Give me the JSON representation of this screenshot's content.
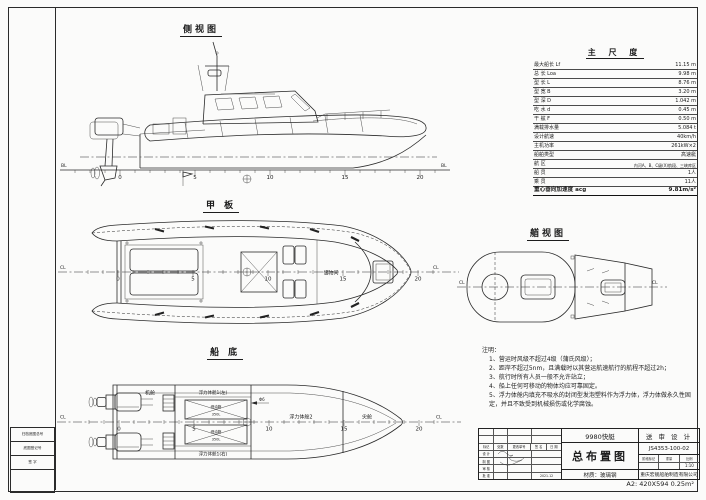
{
  "views": {
    "side": {
      "title": "侧视图",
      "bl_left": "BL",
      "bl_right": "BL"
    },
    "deck": {
      "title": "甲 板",
      "storage": "储物间",
      "cl_left": "CL",
      "cl_right": "CL"
    },
    "bow": {
      "title": "艏视图",
      "cl_left": "CL",
      "cl_right": "CL"
    },
    "bottom": {
      "title": "船 底",
      "engine_room": "机舱",
      "buoy1_left": "浮力体舱1(左)",
      "buoy1_right": "浮力体舱1(右)",
      "buoy2": "浮力体舱2",
      "fore_peak": "尖舱",
      "fuel1": "燃油箱",
      "fuel1_cap": "350L",
      "fuel2": "燃油箱",
      "fuel2_cap": "350L",
      "phi": "Φ6",
      "cl_left": "CL",
      "cl_right": "CL"
    }
  },
  "ruler": [
    "0",
    "5",
    "10",
    "15",
    "20"
  ],
  "main_dimensions": {
    "title": "主 尺 度",
    "rows": [
      [
        "最大船长 Lf",
        "11.15 m"
      ],
      [
        "总  长 Loa",
        "9.98 m"
      ],
      [
        "型  长 L",
        "8.76 m"
      ],
      [
        "型  宽 B",
        "3.20 m"
      ],
      [
        "型  深 D",
        "1.042 m"
      ],
      [
        "吃  水 d",
        "0.45 m"
      ],
      [
        "干  舷 F",
        "0.50 m"
      ],
      [
        "满载排水量",
        "5.084 t"
      ],
      [
        "设计航速",
        "40km/h"
      ],
      [
        "主机功率",
        "261kW×2"
      ],
      [
        "船舶类型",
        "高速艇"
      ],
      [
        "航  区",
        "内河A、B、C级(X)航段、三峡库区"
      ],
      [
        "船  员",
        "1人"
      ],
      [
        "乘  员",
        "11人"
      ]
    ],
    "accel_label": "重心垂向加速度 acg",
    "accel_value": "9.81m/s²"
  },
  "notes": {
    "title": "注明：",
    "items": [
      "1、营运时风级不超过4级（蒲氏风级）；",
      "2、距岸不超过5nm，且满载时以其营运航速航行的航程不超过2h；",
      "3、航行时所有人员一般不允许站立；",
      "4、船上任何可移动的物体均应可靠固定。",
      "5、浮力体舱内填充不吸水的封闭型发泡塑料作为浮力体，浮力体做永久性固定，并且不致受到机械损伤或化学腐蚀。"
    ]
  },
  "title_block": {
    "boat_name": "9980快艇",
    "stage": "送 审 设 计",
    "drawing_no": "JS4353-100-02",
    "drawing_title": "总布置图",
    "material": "材质：玻璃钢",
    "company": "重庆宏舰船舶制造有限公司",
    "approval": {
      "header": [
        "标记",
        "处数",
        "更改单号",
        "签 名",
        "日 期"
      ],
      "rows": [
        "设 计",
        "制 图",
        "审 核",
        "批 准"
      ],
      "date": "2021.12"
    },
    "scale_headers": [
      "阶段标记",
      "重量",
      "比例"
    ],
    "scale_value": "1:10"
  },
  "margin_labels": [
    "归档底图总号",
    "底图登记号",
    "签 字"
  ],
  "sheet_note": "A2: 420X594 0.25m²"
}
